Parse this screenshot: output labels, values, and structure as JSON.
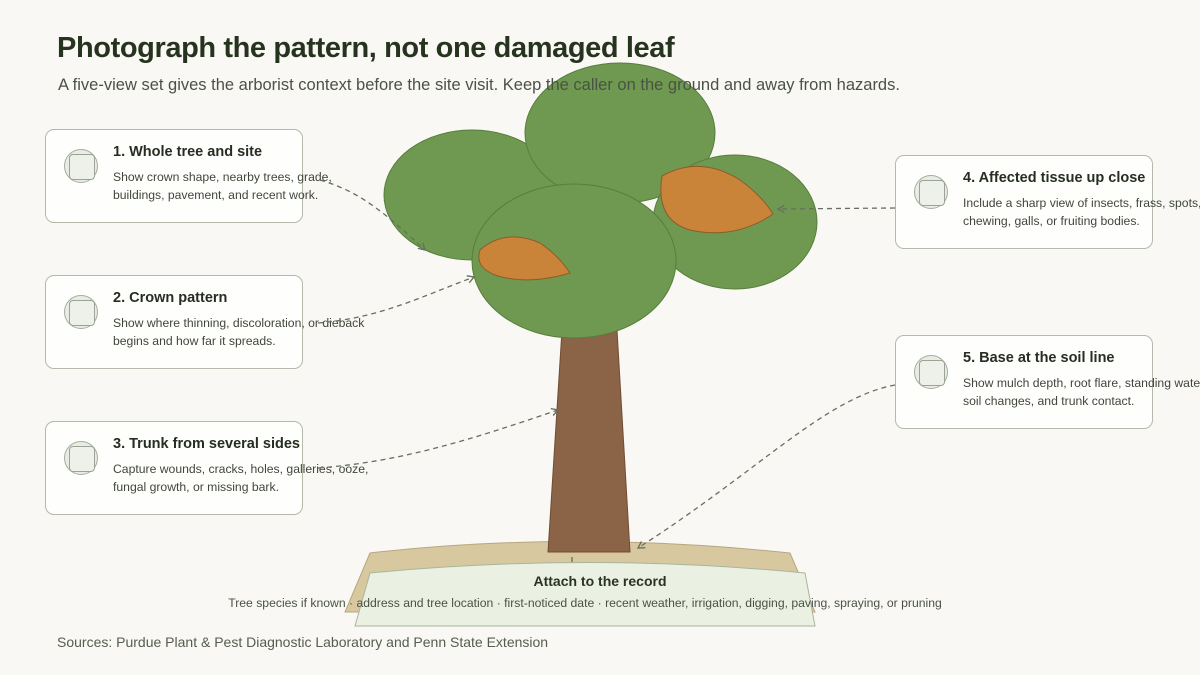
{
  "title": "Photograph the pattern, not one damaged leaf",
  "subtitle": "A five-view set gives the arborist context before the site visit. Keep the caller on the ground and away from hazards.",
  "steps": [
    {
      "title": "1. Whole tree and site",
      "desc": "Show crown shape, nearby trees, grade, buildings, pavement, and recent work."
    },
    {
      "title": "2. Crown pattern",
      "desc": "Show where thinning, discoloration, or dieback begins and how far it spreads."
    },
    {
      "title": "3. Trunk from several sides",
      "desc": "Capture wounds, cracks, holes, galleries, ooze, fungal growth, or missing bark."
    },
    {
      "title": "4. Affected tissue up close",
      "desc": "Include a sharp view of insects, frass, spots, chewing, galls, or fruiting bodies."
    },
    {
      "title": "5. Base at the soil line",
      "desc": "Show mulch depth, root flare, standing water, soil changes, and trunk contact."
    }
  ],
  "record": {
    "title": "Attach to the record",
    "details": "Tree species if known · address and tree location · first-noticed date · recent weather, irrigation, digging, paving, spraying, or pruning"
  },
  "sources": "Sources: Purdue Plant & Pest Diagnostic Laboratory and Penn State Extension",
  "colors": {
    "foliage": "#6f9950",
    "affected": "#c9843a",
    "trunk": "#8b6347",
    "ground": "#d8c8a0",
    "record_panel": "#ebf1e2"
  },
  "icons": [
    "camera-frame-icon",
    "camera-frame-icon",
    "camera-frame-icon",
    "camera-frame-icon",
    "camera-frame-icon"
  ]
}
